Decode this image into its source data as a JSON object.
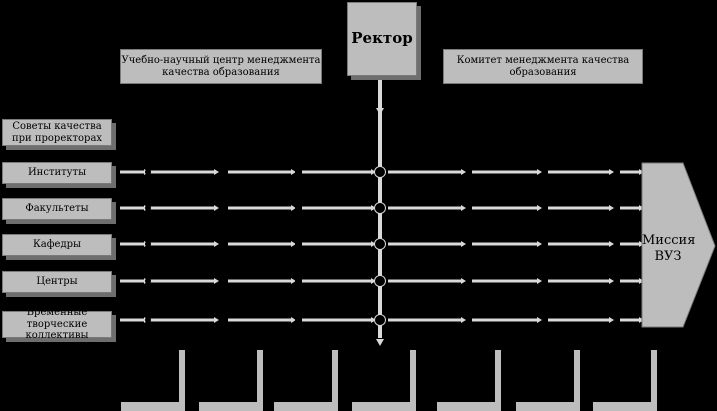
{
  "rector": {
    "label": "Ректор"
  },
  "center": {
    "label": "Учебно-научный центр менеджмента качества образования"
  },
  "committee": {
    "label": "Комитет менеджмента качества образования"
  },
  "units": [
    {
      "label": "Советы качества при проректорах"
    },
    {
      "label": "Институты"
    },
    {
      "label": "Факультеты"
    },
    {
      "label": "Кафедры"
    },
    {
      "label": "Центры"
    },
    {
      "label": "Временные творческие коллективы"
    }
  ],
  "mission": {
    "line1": "Миссия",
    "line2": "ВУЗ"
  },
  "colors": {
    "background": "#000000",
    "box": "#bdbdbd",
    "shadow": "#6e6e6e",
    "line": "#d9d9d9"
  }
}
